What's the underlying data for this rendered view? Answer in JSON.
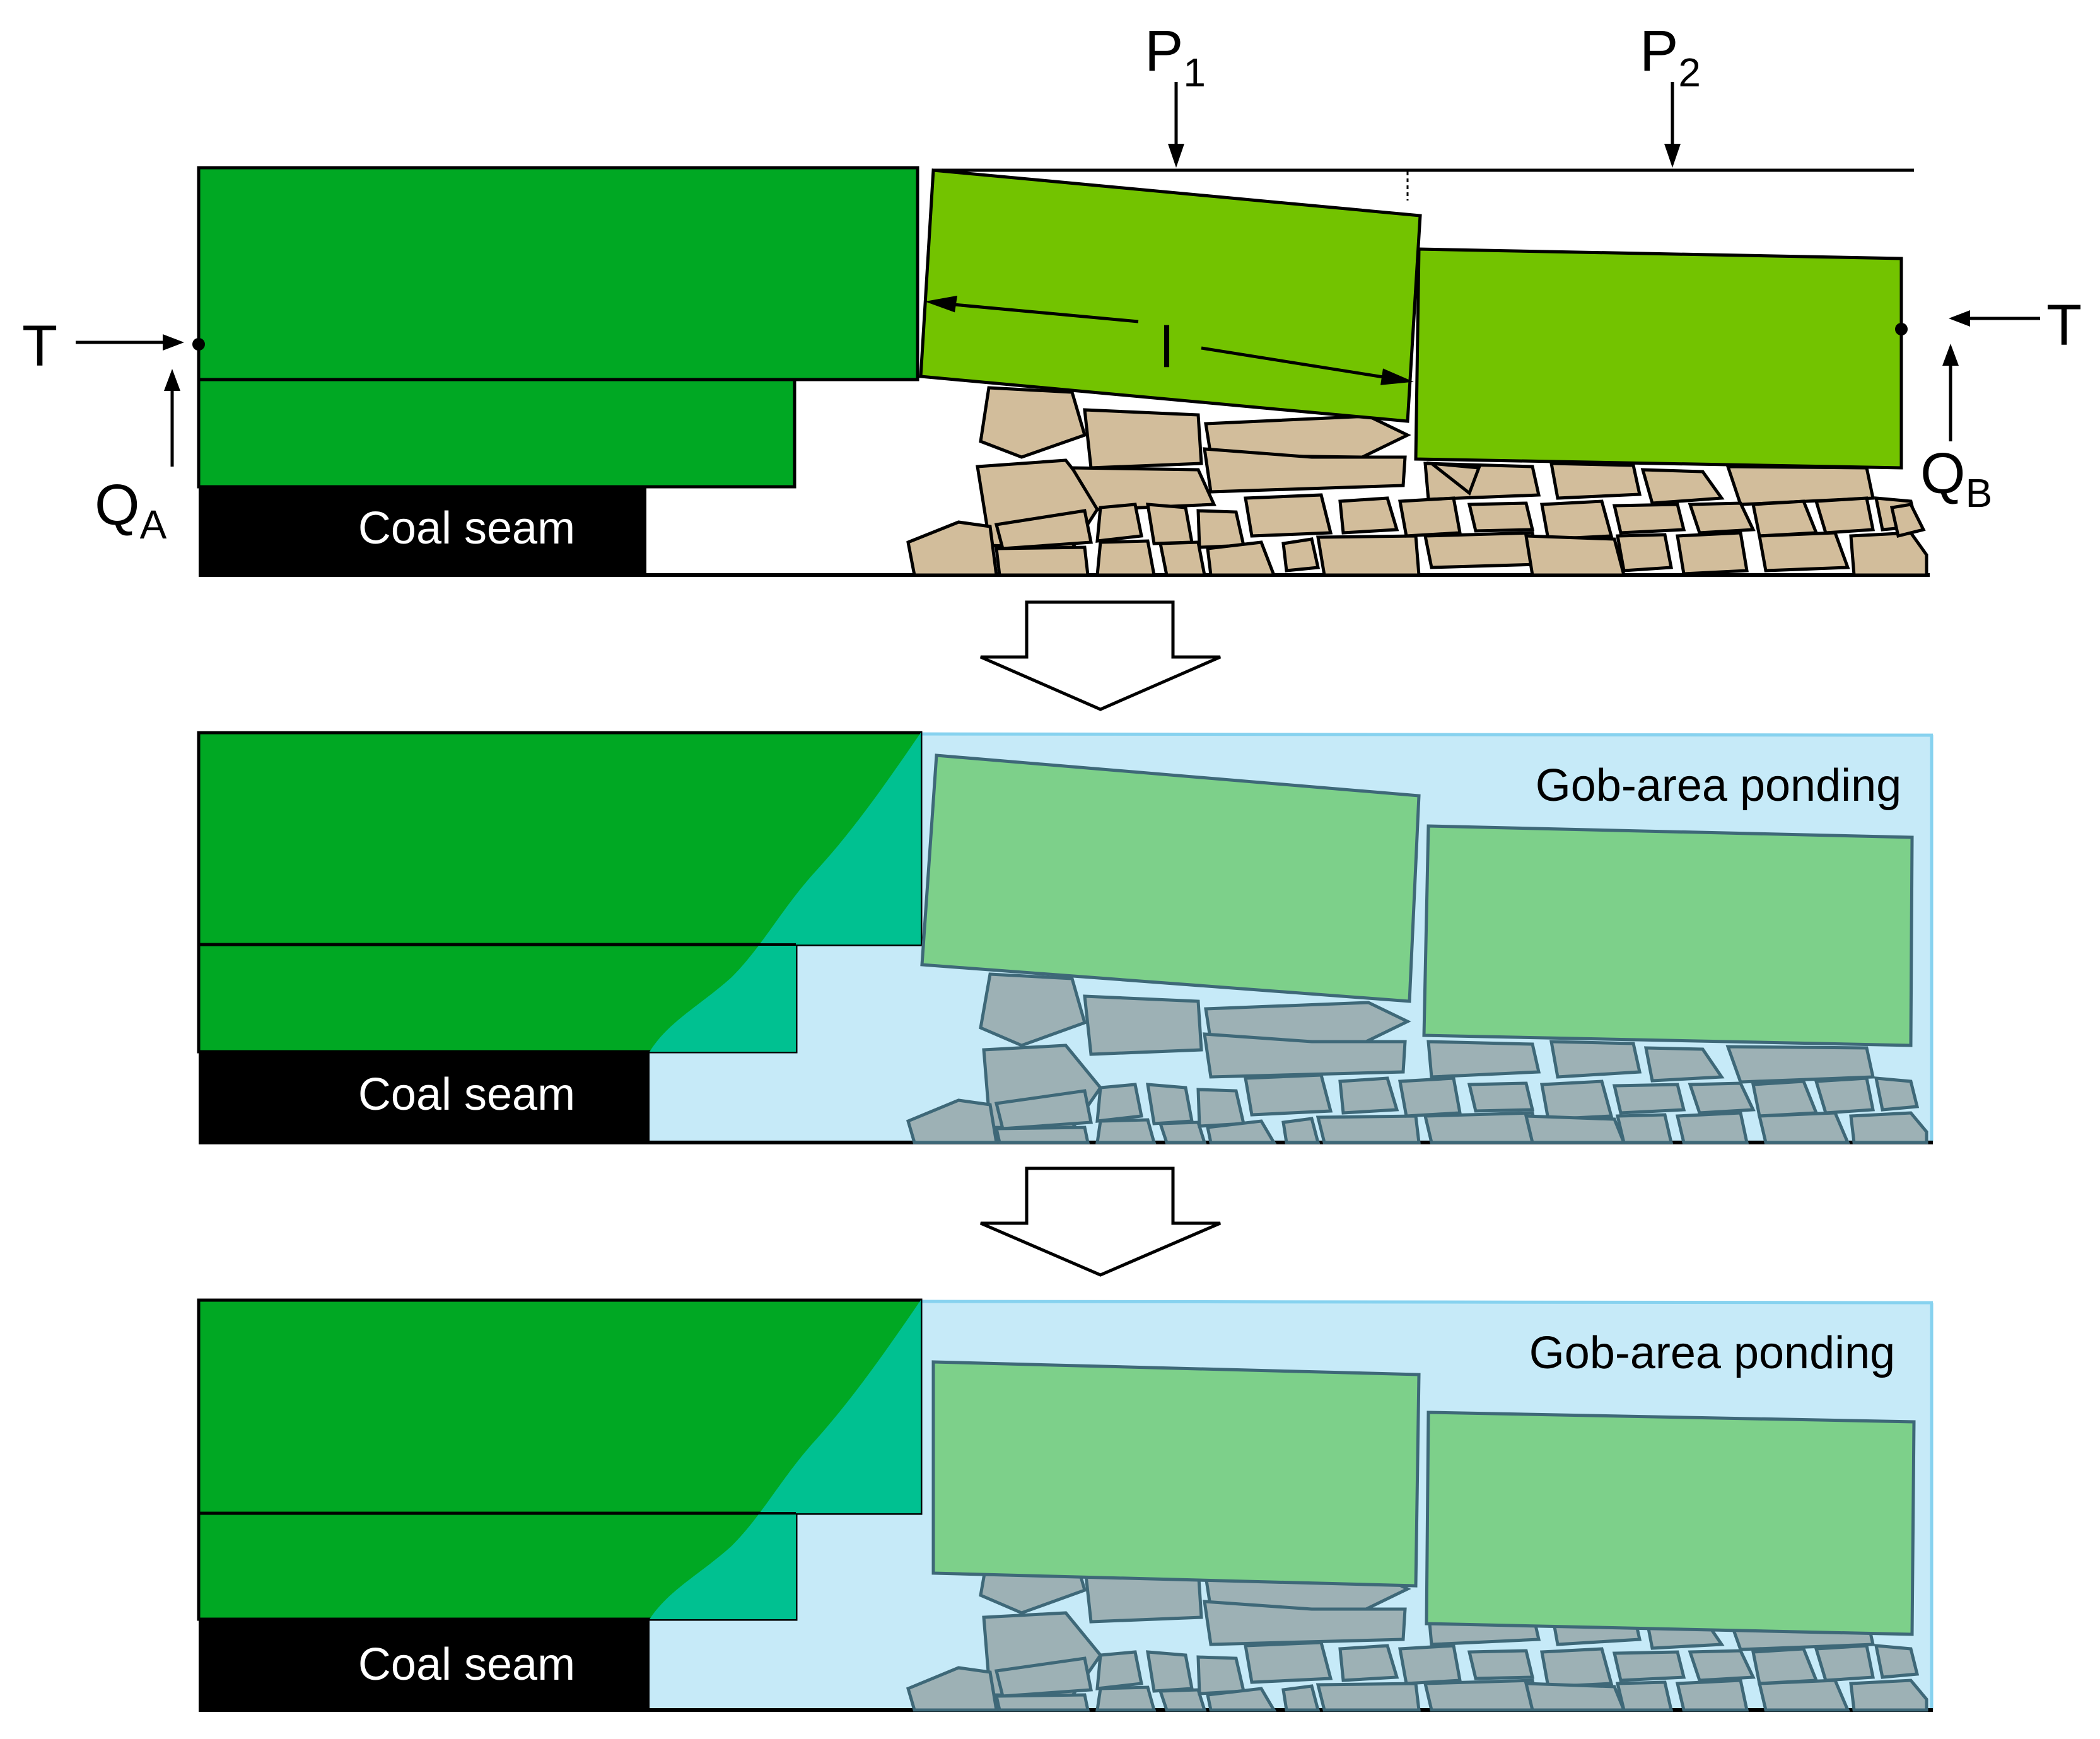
{
  "labels": {
    "coal_seam": "Coal seam",
    "gob_ponding": "Gob-area ponding",
    "force_t": "T",
    "force_p": "P",
    "p1_sub": "1",
    "p2_sub": "2",
    "force_q": "Q",
    "qa_sub": "A",
    "qb_sub": "B",
    "span_l": "l"
  },
  "colors": {
    "dark_green": "#00A823",
    "light_green": "#73C300",
    "faded_green": "#7DD08A",
    "teal_wet": "#00C191",
    "water": "#C6EAF8",
    "water_edge": "#87D2EF",
    "rock_dry": "#D2BD9B",
    "rock_wet": "#9DB1B5",
    "rock_wet_stroke": "#3E6878",
    "coal": "#000000"
  },
  "panels": [
    {
      "name": "stage-1-before-ponding",
      "ponded": false
    },
    {
      "name": "stage-2-ponding",
      "ponded": true
    },
    {
      "name": "stage-3-ponding-extended",
      "ponded": true
    }
  ]
}
